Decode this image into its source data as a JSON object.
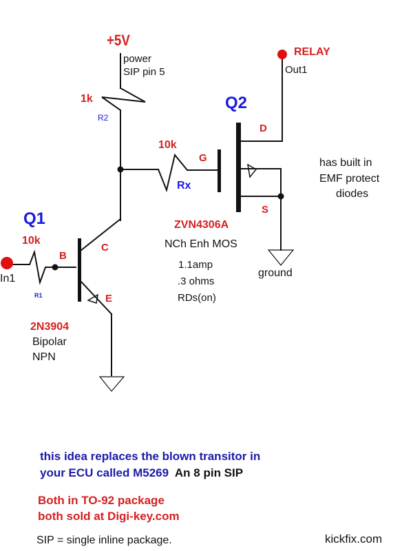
{
  "diagram": {
    "type": "circuit-schematic",
    "supply": {
      "label": "+5V",
      "note_line1": "power",
      "note_line2": "SIP pin 5"
    },
    "output": {
      "label": "RELAY",
      "pin": "Out1"
    },
    "input": {
      "pin": "In1"
    },
    "resistors": {
      "r2": {
        "value": "1k",
        "ref": "R2"
      },
      "rx": {
        "value": "10k",
        "ref": "Rx"
      },
      "r1": {
        "value": "10k",
        "ref": "R1"
      }
    },
    "q1": {
      "ref": "Q1",
      "terminals": {
        "base": "B",
        "collector": "C",
        "emitter": "E"
      },
      "part": "2N3904",
      "desc_line1": "Bipolar",
      "desc_line2": "NPN"
    },
    "q2": {
      "ref": "Q2",
      "terminals": {
        "gate": "G",
        "drain": "D",
        "source": "S"
      },
      "part": "ZVN4306A",
      "desc": "NCh Enh MOS",
      "spec_line1": "1.1amp",
      "spec_line2": ".3 ohms",
      "spec_line3": "RDs(on)"
    },
    "ground_label": "ground",
    "emf_note": [
      "has built in",
      "EMF protect",
      "diodes"
    ]
  },
  "notes": {
    "line1": "this idea replaces the blown transitor in",
    "line2_blue": "your ECU called M5269",
    "line2_black": "An 8 pin SIP",
    "package_line1": "Both in TO-92 package",
    "package_line2": "both sold at Digi-key.com",
    "sip_definition": "SIP = single inline package.",
    "site": "kickfix.com"
  },
  "colors": {
    "label_red": "#d42020",
    "ref_blue": "#1a1ae0",
    "note_blue": "#1a1aa8",
    "wire": "#111111"
  }
}
